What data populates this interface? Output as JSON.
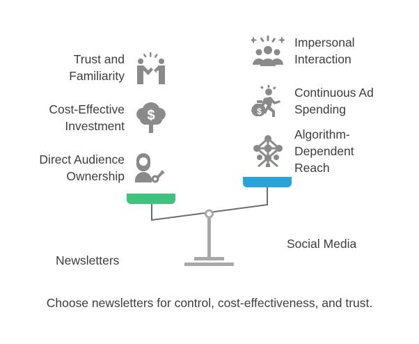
{
  "left_side": {
    "name": "Newsletters",
    "color": "#3ec27d",
    "benefits": [
      {
        "lines": [
          "Trust and",
          "Familiarity"
        ],
        "icon": "handshake-icon"
      },
      {
        "lines": [
          "Cost-Effective",
          "Investment"
        ],
        "icon": "money-tree-icon"
      },
      {
        "lines": [
          "Direct Audience",
          "Ownership"
        ],
        "icon": "person-key-icon"
      }
    ]
  },
  "right_side": {
    "name": "Social Media",
    "color": "#2aa3d9",
    "drawbacks": [
      {
        "lines": [
          "Impersonal",
          "Interaction"
        ],
        "icon": "group-people-icon"
      },
      {
        "lines": [
          "Continuous Ad",
          "Spending"
        ],
        "icon": "money-runner-icon"
      },
      {
        "lines": [
          "Algorithm-",
          "Dependent",
          "Reach"
        ],
        "icon": "atomium-icon"
      }
    ]
  },
  "conclusion": "Choose newsletters for control, cost-effectiveness, and trust.",
  "colors": {
    "text": "#3d3d3d",
    "icon": "#8a8a8a",
    "beam": "#6b6b6b",
    "stand": "#a8a8a8"
  }
}
